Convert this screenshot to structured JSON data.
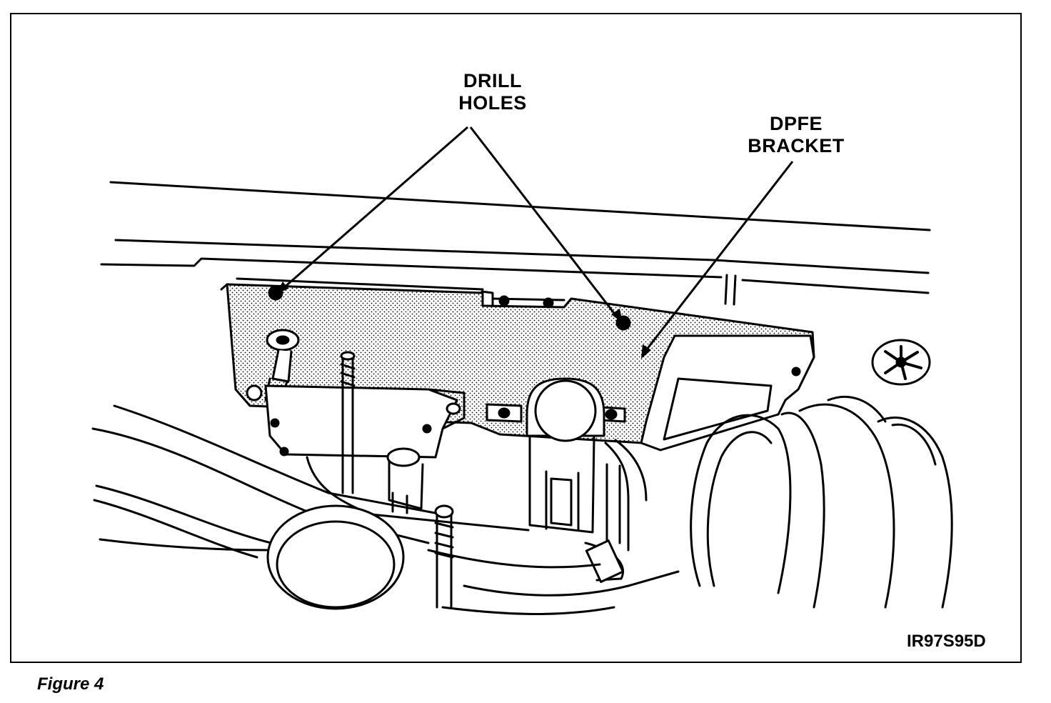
{
  "callouts": {
    "drill_holes": [
      "DRILL",
      "HOLES"
    ],
    "dpfe_bracket": [
      "DPFE",
      "BRACKET"
    ]
  },
  "drawing_code": "IR97S95D",
  "caption": "Figure 4",
  "colors": {
    "ink": "#000000",
    "paper": "#ffffff"
  }
}
